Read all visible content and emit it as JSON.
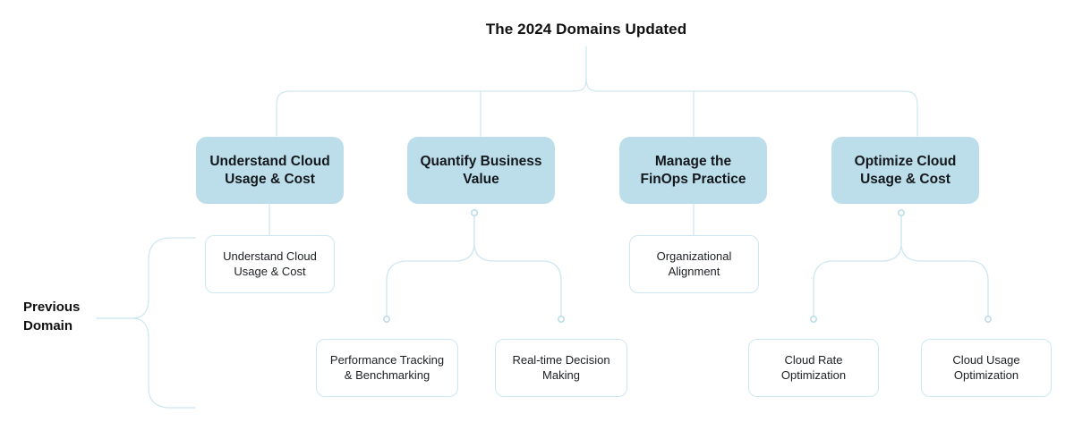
{
  "diagram": {
    "title": "The 2024 Domains Updated",
    "side_label": "Previous\nDomain",
    "side_label_line1": "Previous",
    "side_label_line2": "Domain",
    "colors": {
      "domain_fill": "#bcdeeb",
      "connector_stroke": "#cfe7f1",
      "sub_border": "#cfe7f1",
      "text": "#111111",
      "background": "#ffffff"
    },
    "domains": [
      {
        "id": "understand-cloud-usage-cost",
        "line1": "Understand Cloud",
        "line2": "Usage & Cost",
        "children": [
          {
            "id": "understand-cloud-usage-cost-child",
            "line1": "Understand Cloud",
            "line2": "Usage & Cost"
          }
        ]
      },
      {
        "id": "quantify-business-value",
        "line1": "Quantify Business",
        "line2": "Value",
        "children": [
          {
            "id": "performance-tracking-benchmarking",
            "line1": "Performance Tracking",
            "line2": "& Benchmarking"
          },
          {
            "id": "real-time-decision-making",
            "line1": "Real-time Decision",
            "line2": "Making"
          }
        ]
      },
      {
        "id": "manage-the-finops-practice",
        "line1": "Manage the",
        "line2": "FinOps Practice",
        "children": [
          {
            "id": "organizational-alignment",
            "line1": "Organizational",
            "line2": "Alignment"
          }
        ]
      },
      {
        "id": "optimize-cloud-usage-cost",
        "line1": "Optimize Cloud",
        "line2": "Usage & Cost",
        "children": [
          {
            "id": "cloud-rate-optimization",
            "line1": "Cloud Rate",
            "line2": "Optimization"
          },
          {
            "id": "cloud-usage-optimization",
            "line1": "Cloud Usage",
            "line2": "Optimization"
          }
        ]
      }
    ]
  }
}
